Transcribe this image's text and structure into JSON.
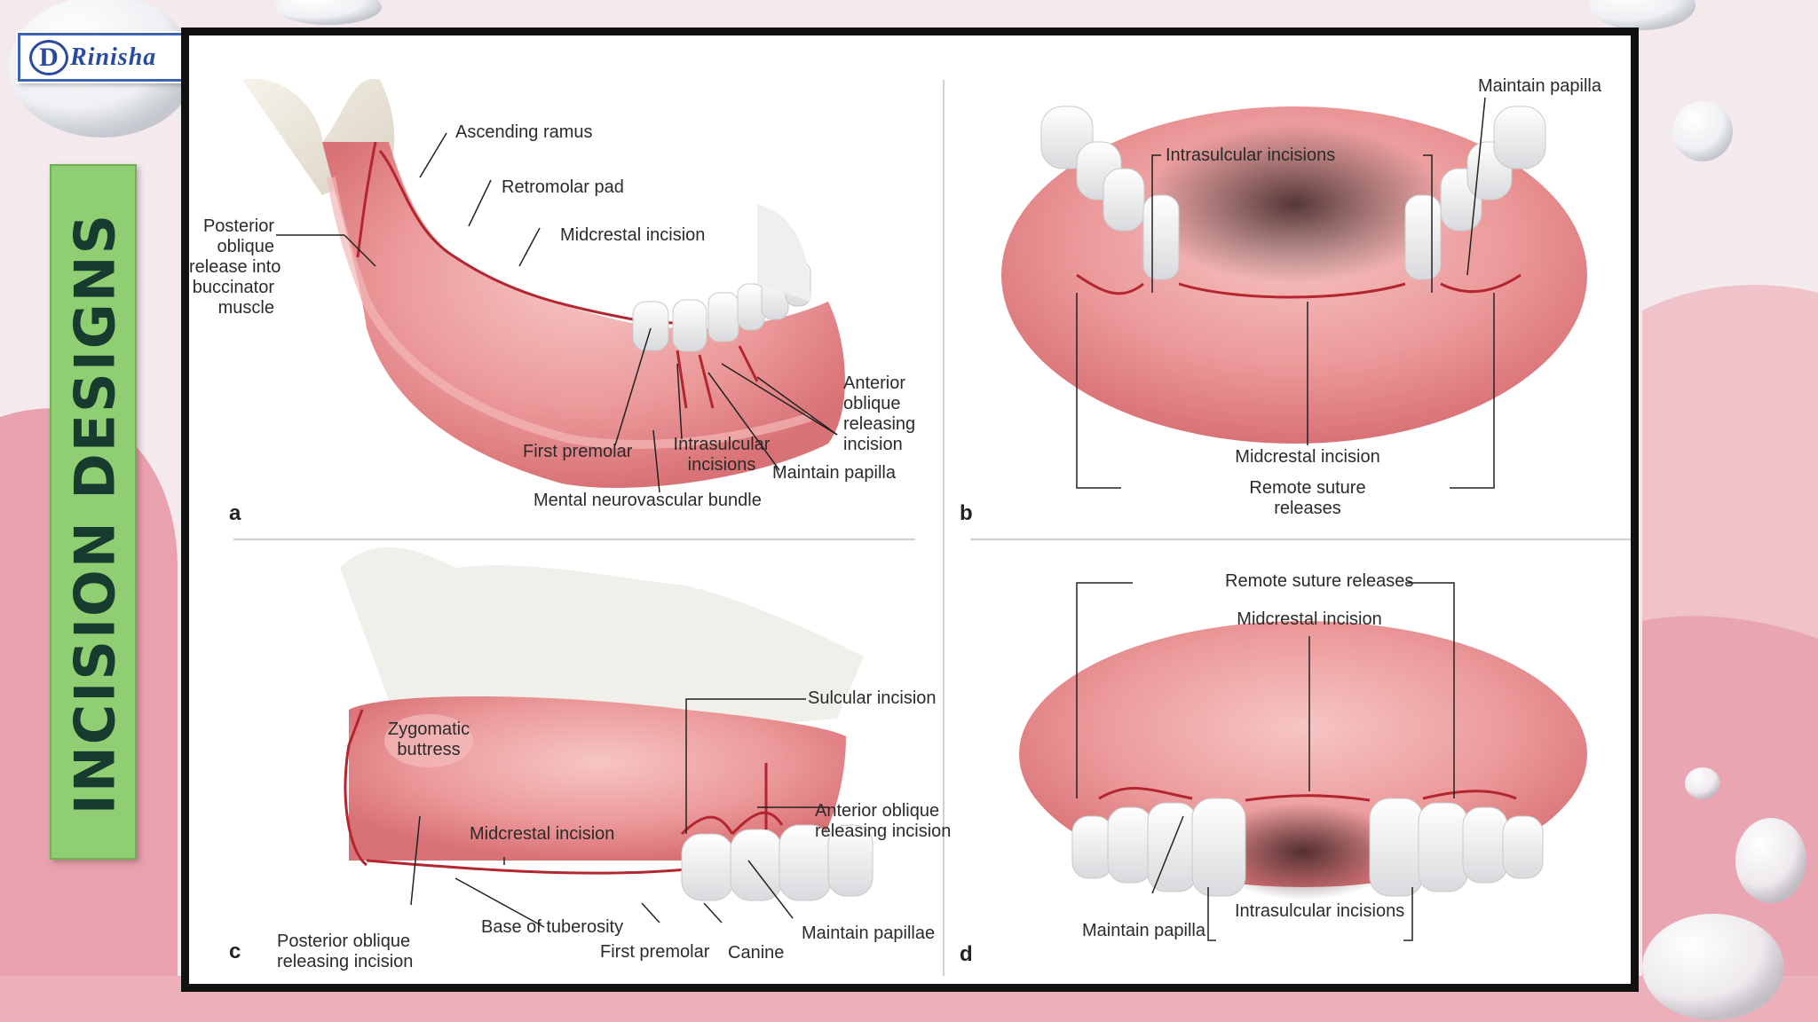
{
  "logo": {
    "mark": "D",
    "text": "Rinisha"
  },
  "side_title": "INCISION DESIGNS",
  "panels": {
    "a": {
      "letter": "a",
      "labels": {
        "ascending_ramus": "Ascending ramus",
        "retromolar_pad": "Retromolar pad",
        "midcrestal_incision": "Midcrestal incision",
        "posterior_oblique": [
          "Posterior",
          "oblique",
          "release into",
          "buccinator",
          "muscle"
        ],
        "anterior_oblique": [
          "Anterior",
          "oblique",
          "releasing",
          "incision"
        ],
        "first_premolar": "First premolar",
        "intrasulcular": [
          "Intrasulcular",
          "incisions"
        ],
        "maintain_papilla": "Maintain papilla",
        "mental_bundle": "Mental neurovascular bundle"
      }
    },
    "b": {
      "letter": "b",
      "labels": {
        "maintain_papilla": "Maintain papilla",
        "intrasulcular": "Intrasulcular incisions",
        "midcrestal_incision": "Midcrestal incision",
        "remote_suture": [
          "Remote suture",
          "releases"
        ]
      }
    },
    "c": {
      "letter": "c",
      "labels": {
        "sulcular_incision": "Sulcular incision",
        "zygomatic": [
          "Zygomatic",
          "buttress"
        ],
        "anterior_oblique": [
          "Anterior oblique",
          "releasing incision"
        ],
        "midcrestal_incision": "Midcrestal incision",
        "base_tuberosity": "Base of tuberosity",
        "posterior_oblique": [
          "Posterior oblique",
          "releasing incision"
        ],
        "first_premolar": "First premolar",
        "canine": "Canine",
        "maintain_papillae": "Maintain papillae"
      }
    },
    "d": {
      "letter": "d",
      "labels": {
        "remote_suture": "Remote suture releases",
        "midcrestal_incision": "Midcrestal incision",
        "maintain_papilla": "Maintain papilla",
        "intrasulcular": "Intrasulcular incisions"
      }
    }
  },
  "colors": {
    "side_title_bg": "#8fce73",
    "side_title_text": "#173b2f",
    "gum": "#e98f92",
    "incision_line": "#b3262f",
    "frame": "#111111",
    "logo_blue": "#2a4aa0"
  }
}
